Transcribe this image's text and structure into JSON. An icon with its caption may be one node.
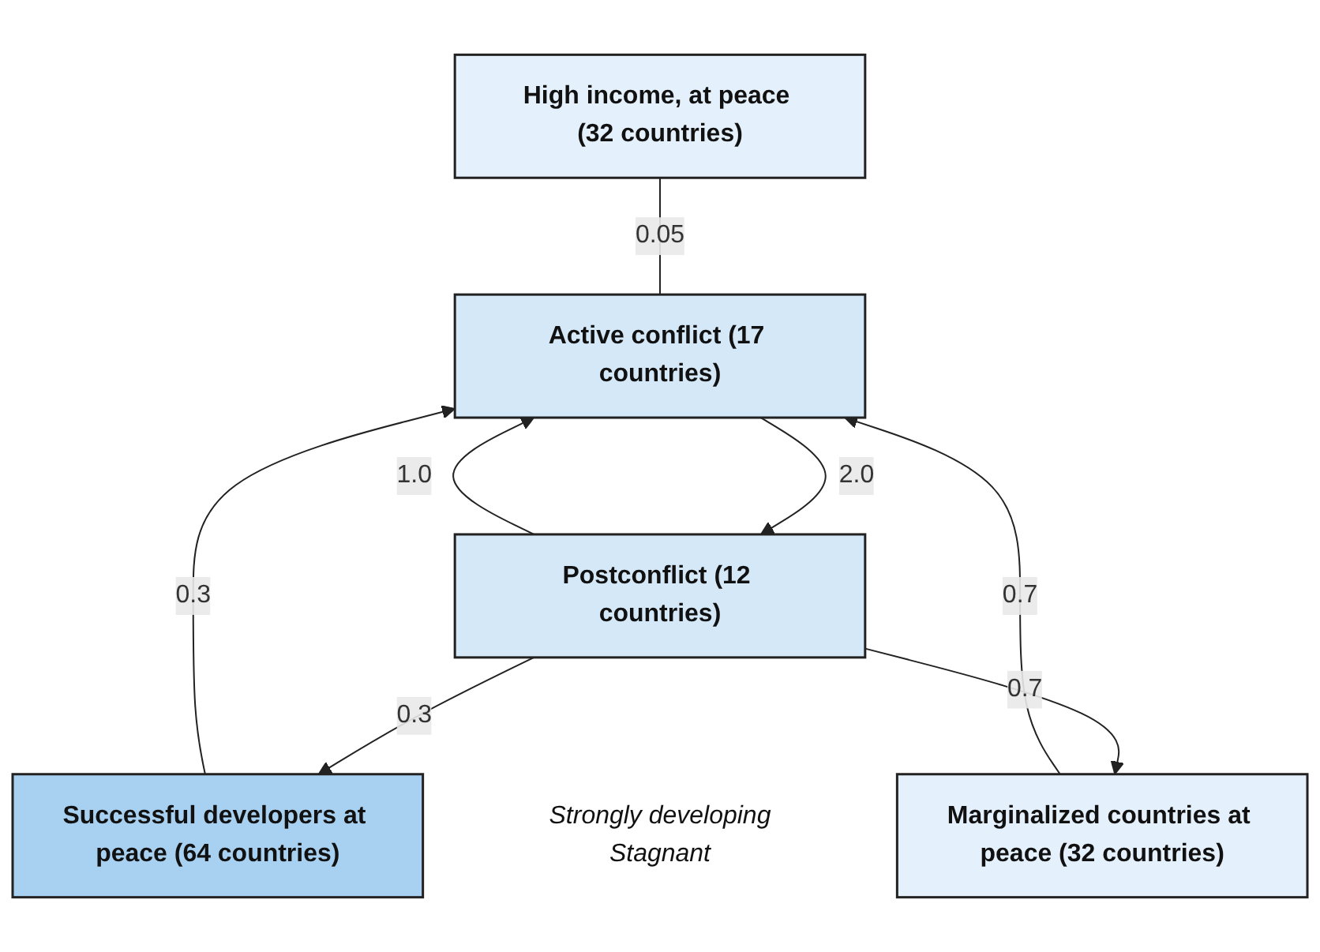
{
  "diagram": {
    "nodes": [
      {
        "text": [
          "High income, at peace (32 countries)"
        ]
      },
      {
        "text": [
          "Successful developers at peace (64 countries)"
        ]
      },
      {
        "text": [
          "Active conflict (17 countries)"
        ]
      },
      {
        "text": [
          "Marginalized countries at peace (32 countries)"
        ]
      },
      {
        "text": [
          "Postconflict (12 countries)"
        ],
        "beside": [
          "Strongly developing",
          "Stagnant"
        ]
      }
    ],
    "edges": [
      {
        "from": 0,
        "to": 2,
        "arrow": "none",
        "label": "0.05"
      },
      {
        "from": 1,
        "to": 2,
        "arrow": "to",
        "label": "0.3"
      },
      {
        "from": 3,
        "to": 2,
        "arrow": "to",
        "label": "0.7"
      },
      {
        "from": 2,
        "to": 4,
        "arrow": "to",
        "label": "2.0"
      },
      {
        "from": 4,
        "to": 2,
        "arrow": "to",
        "label": "1.0"
      },
      {
        "from": 4,
        "to": 1,
        "arrow": "to",
        "label": "0.3"
      },
      {
        "from": 4,
        "to": 3,
        "arrow": "to",
        "label": "0.7"
      }
    ]
  }
}
